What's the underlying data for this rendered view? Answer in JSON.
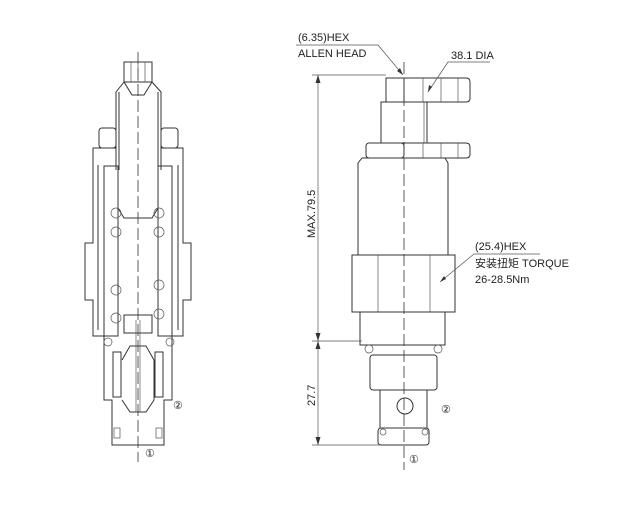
{
  "labels": {
    "allen_hex": "(6.35)HEX",
    "allen_head": "ALLEN HEAD",
    "knob_dia": "38.1 DIA",
    "max_length": "MAX.79.5",
    "lower_length": "27.7",
    "hex_size": "(25.4)HEX",
    "torque_label": "安装扭矩  TORQUE",
    "torque_value": "26-28.5Nm"
  },
  "ports": {
    "left_port2": "②",
    "left_port1": "①",
    "right_port2": "②",
    "right_port1": "①"
  }
}
